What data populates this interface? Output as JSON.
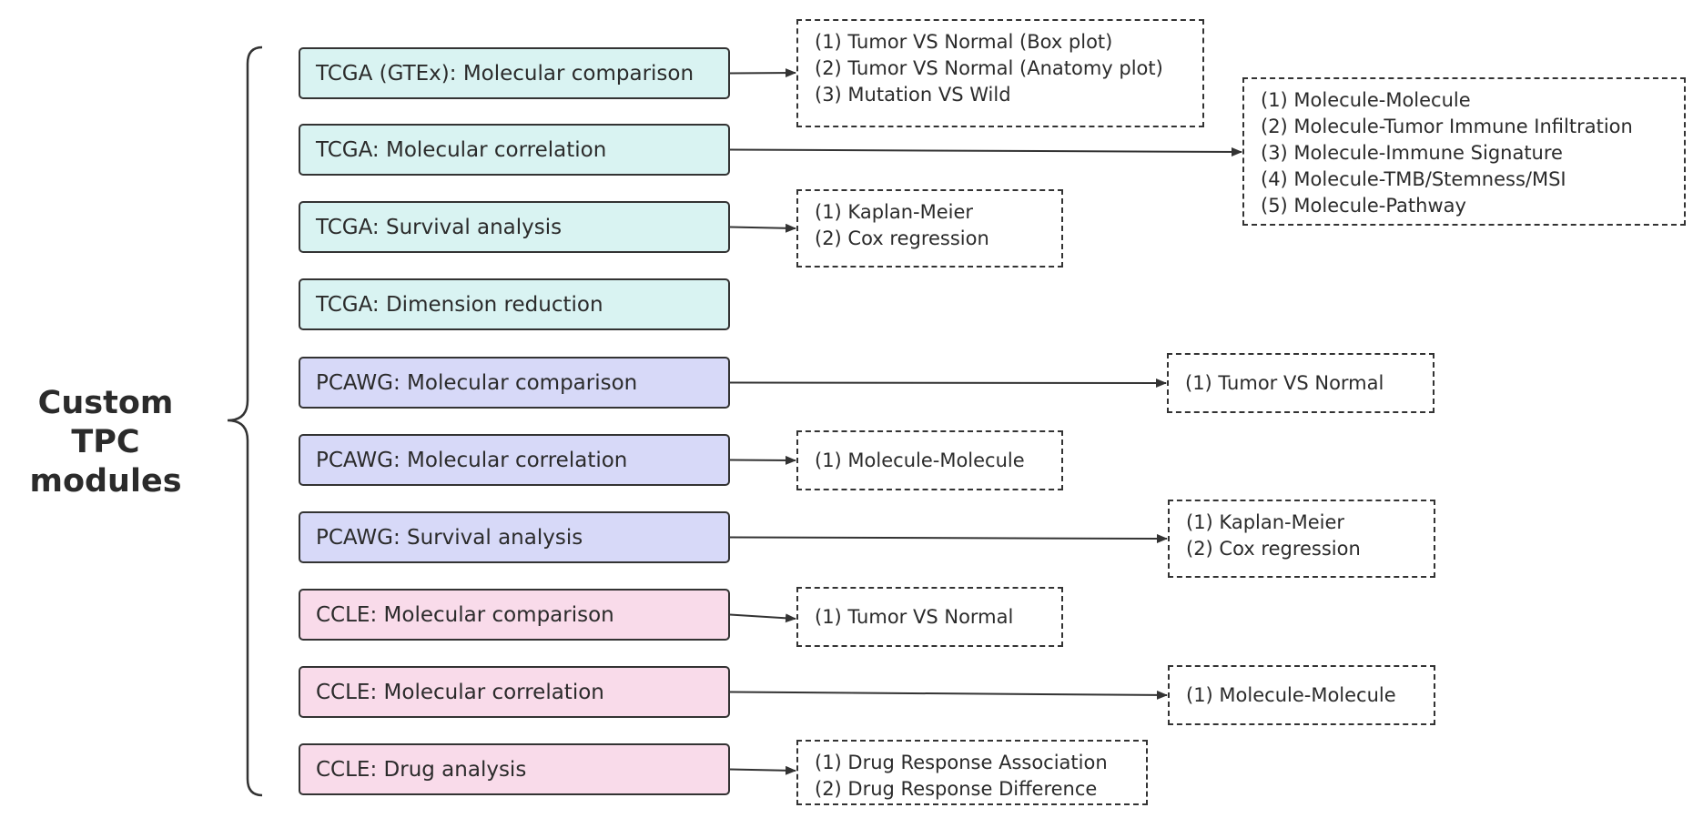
{
  "root": {
    "title_lines": [
      "Custom TPC",
      "modules"
    ]
  },
  "colors": {
    "tcga": "#d9f3f2",
    "pcawg": "#d7d9f8",
    "ccle": "#f9dbea",
    "line": "#333333",
    "text": "#2b2b2b"
  },
  "modules": [
    {
      "label": "TCGA (GTEx): Molecular comparison",
      "group": "tcga"
    },
    {
      "label": "TCGA: Molecular correlation",
      "group": "tcga"
    },
    {
      "label": "TCGA: Survival analysis",
      "group": "tcga"
    },
    {
      "label": "TCGA: Dimension reduction",
      "group": "tcga"
    },
    {
      "label": "PCAWG: Molecular comparison",
      "group": "pcawg"
    },
    {
      "label": "PCAWG: Molecular correlation",
      "group": "pcawg"
    },
    {
      "label": "PCAWG: Survival analysis",
      "group": "pcawg"
    },
    {
      "label": "CCLE: Molecular comparison",
      "group": "ccle"
    },
    {
      "label": "CCLE: Molecular correlation",
      "group": "ccle"
    },
    {
      "label": "CCLE: Drug analysis",
      "group": "ccle"
    }
  ],
  "details": [
    {
      "module": 0,
      "items": [
        "(1) Tumor VS Normal (Box plot)",
        "(2) Tumor VS Normal (Anatomy plot)",
        "(3) Mutation VS Wild"
      ]
    },
    {
      "module": 1,
      "items": [
        "(1) Molecule-Molecule",
        "(2) Molecule-Tumor Immune Infiltration",
        "(3) Molecule-Immune Signature",
        "(4) Molecule-TMB/Stemness/MSI",
        "(5) Molecule-Pathway"
      ]
    },
    {
      "module": 2,
      "items": [
        "(1) Kaplan-Meier",
        "(2) Cox regression"
      ]
    },
    {
      "module": 4,
      "items": [
        "(1) Tumor VS Normal"
      ]
    },
    {
      "module": 5,
      "items": [
        "(1) Molecule-Molecule"
      ]
    },
    {
      "module": 6,
      "items": [
        "(1) Kaplan-Meier",
        "(2) Cox regression"
      ]
    },
    {
      "module": 7,
      "items": [
        "(1) Tumor VS Normal"
      ]
    },
    {
      "module": 8,
      "items": [
        "(1) Molecule-Molecule"
      ]
    },
    {
      "module": 9,
      "items": [
        "(1) Drug Response Association",
        "(2) Drug Response Difference"
      ]
    }
  ]
}
